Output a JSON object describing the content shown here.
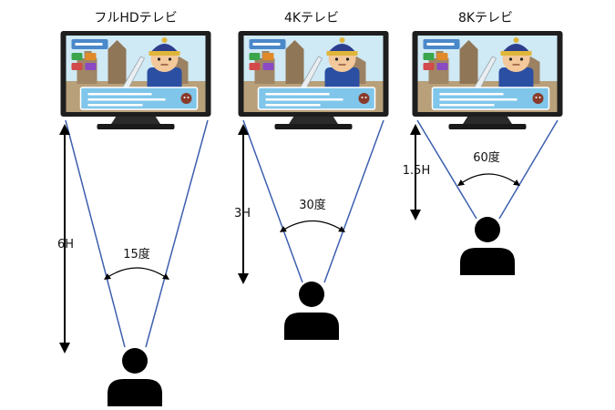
{
  "panels": [
    {
      "title": "フルHDテレビ",
      "distance": "6H",
      "angle": "15度"
    },
    {
      "title": "4Kテレビ",
      "distance": "3H",
      "angle": "30度"
    },
    {
      "title": "8Kテレビ",
      "distance": "1.5H",
      "angle": "60度"
    }
  ],
  "colors": {
    "sight_line": "#3d5fb0",
    "arrow": "#000000",
    "person": "#000000",
    "tv_frame": "#1e1e1e",
    "screen_sky": "#cfe9f5",
    "dialog_box": "#7fc6ea"
  },
  "icons": {
    "tv": "tv-illustration-icon",
    "viewer": "person-icon"
  }
}
